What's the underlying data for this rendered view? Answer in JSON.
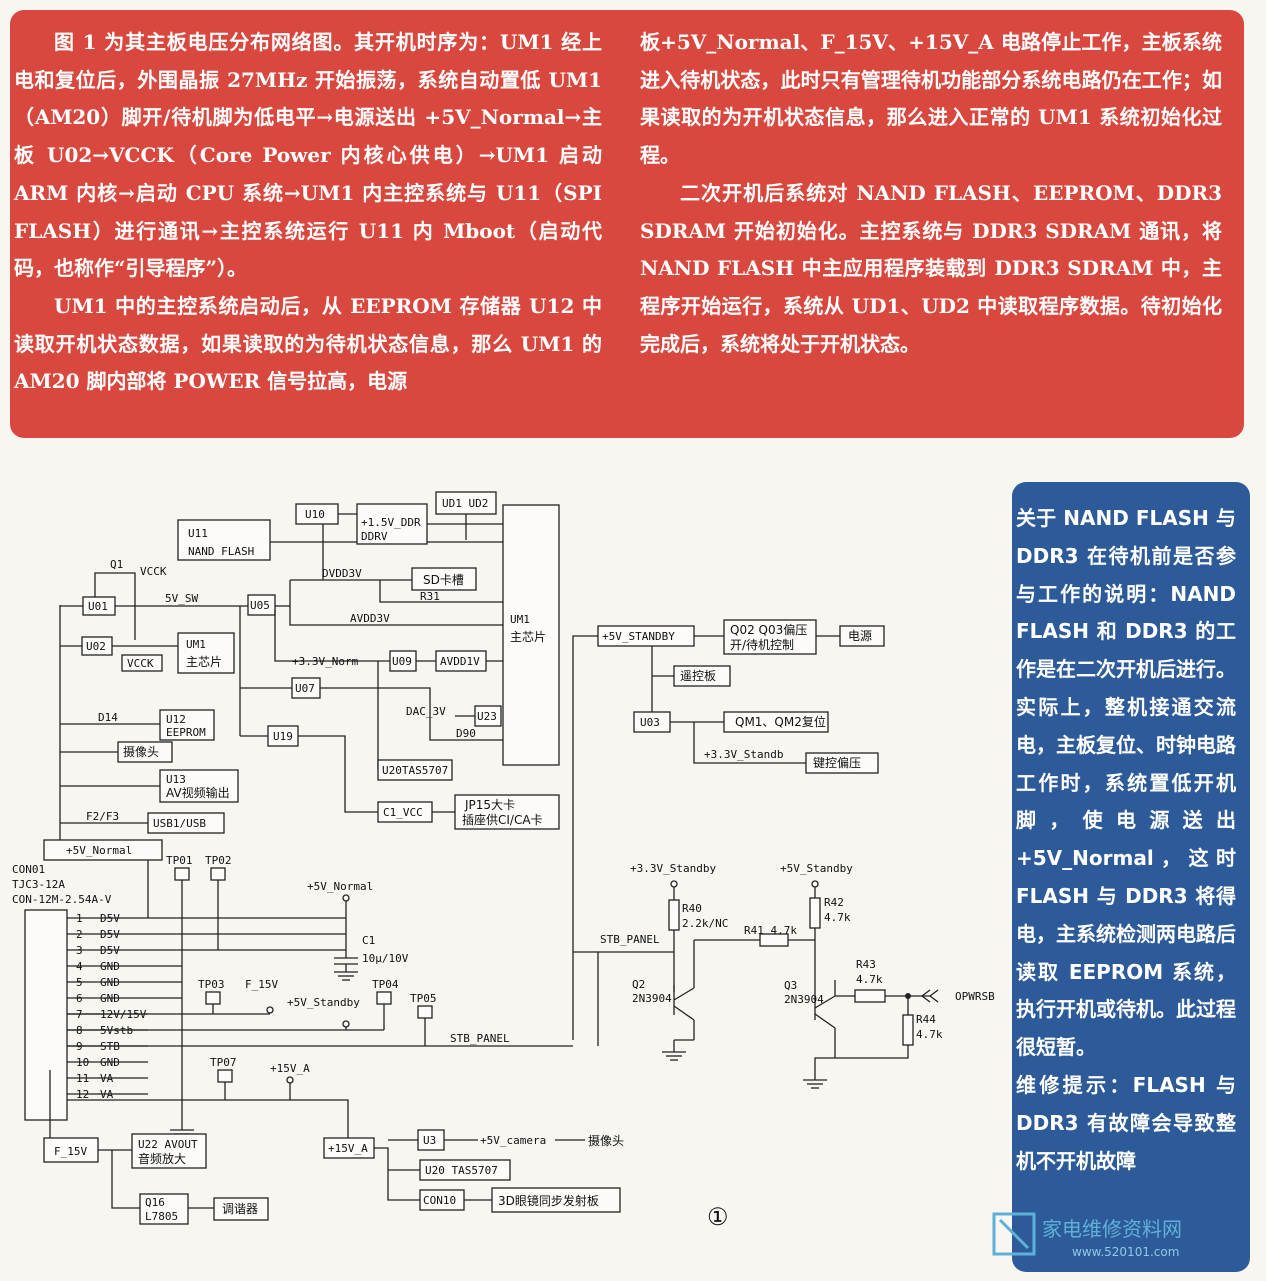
{
  "article": {
    "left_paragraphs": [
      "图 1 为其主板电压分布网络图。其开机时序为：UM1 经上电和复位后，外围晶振 27MHz 开始振荡，系统自动置低 UM1（AM20）脚开/待机脚为低电平→电源送出 +5V_Normal→主板 U02→VCCK（Core Power 内核心供电）→UM1 启动 ARM 内核→启动 CPU 系统→UM1 内主控系统与 U11（SPI FLASH）进行通讯→主控系统运行 U11 内 Mboot（启动代码，也称作“引导程序”）。",
      "UM1 中的主控系统启动后，从 EEPROM 存储器 U12 中读取开机状态数据，如果读取的为待机状态信息，那么 UM1 的 AM20 脚内部将 POWER 信号拉高，电源"
    ],
    "right_paragraphs": [
      "板+5V_Normal、F_15V、+15V_A 电路停止工作，主板系统进入待机状态，此时只有管理待机功能部分系统电路仍在工作；如果读取的为开机状态信息，那么进入正常的 UM1 系统初始化过程。",
      "二次开机后系统对 NAND FLASH、EEPROM、DDR3 SDRAM 开始初始化。主控系统与 DDR3 SDRAM 通讯，将 NAND FLASH 中主应用程序装载到 DDR3 SDRAM 中，主程序开始运行，系统从 UD1、UD2 中读取程序数据。待初始化完成后，系统将处于开机状态。"
    ]
  },
  "sidebar": {
    "paragraphs": [
      "关于 NAND FLASH 与 DDR3 在待机前是否参与工作的说明：NAND FLASH 和 DDR3 的工作是在二次开机后进行。实际上，整机接通交流电，主板复位、时钟电路工作时，系统置低开机脚，使电源送出 +5V_Normal，这时 FLASH 与 DDR3 将得电，主系统检测两电路后读取 EEPROM 系统，执行开机或待机。此过程很短暂。",
      "维修提示：FLASH 与 DDR3 有故障会导致整机不开机故障"
    ]
  },
  "figure_number": "①",
  "diagram": {
    "blocks": {
      "U11": "U11",
      "NAND_FLASH": "NAND FLASH",
      "U10": "U10",
      "DDR_15V": "+1.5V_DDR",
      "DDRV": "DDRV",
      "UD1_UD2": "UD1 UD2",
      "Q1": "Q1",
      "VCCK_TOP": "VCCK",
      "U01": "U01",
      "SW5V": "5V_SW",
      "U05": "U05",
      "DVDD3V": "DVDD3V",
      "SD": "SD卡槽",
      "R31": "R31",
      "AVDD3V": "AVDD3V",
      "UM1_MAIN_1": "UM1",
      "UM1_MAIN_2": "主芯片",
      "U02": "U02",
      "VCCK": "VCCK",
      "UM1_SMALL_1": "UM1",
      "UM1_SMALL_2": "主芯片",
      "NORM33": "+3.3V_Norm",
      "U09": "U09",
      "AVDD1V": "AVDD1V",
      "U07": "U07",
      "DAC3V": "DAC_3V",
      "U23": "U23",
      "D90": "D90",
      "D14": "D14",
      "U12": "U12",
      "EEPROM": "EEPROM",
      "U19": "U19",
      "CAM": "摄像头",
      "U20TAS": "U20TAS5707",
      "U13": "U13",
      "AVOUT": "AV视频输出",
      "C1VCC": "C1_VCC",
      "JP15_1": "JP15大卡",
      "JP15_2": "插座供CI/CA卡",
      "F2F3": "F2/F3",
      "USB": "USB1/USB",
      "NORMAL5V": "+5V_Normal",
      "STANDBY5V": "+5V_STANDBY",
      "Q02_1": "Q02 Q03偏压",
      "Q02_2": "开/待机控制",
      "POWER": "电源",
      "REMOTE": "遥控板",
      "U03": "U03",
      "QM": "QM1、QM2复位",
      "STANDB33": "+3.3V_Standb",
      "KEY": "键控偏压"
    },
    "connector": {
      "name1": "CON01",
      "name2": "TJC3-12A",
      "name3": "CON-12M-2.54A-V",
      "pins": [
        {
          "num": "1",
          "sig": "D5V"
        },
        {
          "num": "2",
          "sig": "D5V"
        },
        {
          "num": "3",
          "sig": "D5V"
        },
        {
          "num": "4",
          "sig": "GND"
        },
        {
          "num": "5",
          "sig": "GND"
        },
        {
          "num": "6",
          "sig": "GND"
        },
        {
          "num": "7",
          "sig": "12V/15V"
        },
        {
          "num": "8",
          "sig": "5Vstb"
        },
        {
          "num": "9",
          "sig": "STB"
        },
        {
          "num": "10",
          "sig": "GND"
        },
        {
          "num": "11",
          "sig": "VA"
        },
        {
          "num": "12",
          "sig": "VA"
        }
      ]
    },
    "labels": {
      "TP01": "TP01",
      "TP02": "TP02",
      "TP03": "TP03",
      "TP04": "TP04",
      "TP05": "TP05",
      "TP07": "TP07",
      "NORMAL5V_C": "+5V_Normal",
      "C1": "C1",
      "C1V": "10μ/10V",
      "F15V": "F_15V",
      "STANDBY_5V": "+5V_Standby",
      "STB_PANEL_A": "STB_PANEL",
      "STB_PANEL_B": "STB_PANEL",
      "A15V": "+15V_A",
      "F15V_BOX": "F_15V",
      "U22_1": "U22 AVOUT",
      "U22_2": "音频放大",
      "Q16_1": "Q16",
      "Q16_2": "L7805",
      "TUNER": "调谐器",
      "A15V_BOX": "+15V_A",
      "U3": "U3",
      "CAM5V": "+5V_camera",
      "CAM2": "摄像头",
      "U20_2": "U20 TAS5707",
      "CON10": "CON10",
      "GLASSES": "3D眼镜同步发射板",
      "STBY33": "+3.3V_Standby",
      "R40": "R40",
      "R40V": "2.2k/NC",
      "R41": "R41 4.7k",
      "STBY5": "+5V_Standby",
      "R42": "R42",
      "R42V": "4.7k",
      "Q2": "Q2",
      "Q2T": "2N3904",
      "Q3": "Q3",
      "Q3T": "2N3904",
      "R43": "R43",
      "R43V": "4.7k",
      "R44": "R44",
      "R44V": "4.7k",
      "OPWRSB": "OPWRSB"
    }
  },
  "watermark": {
    "text": "家电维修资料网",
    "url": "www.520101.com"
  },
  "colors": {
    "top_box": "#d9483f",
    "side_box": "#2d5b99"
  }
}
